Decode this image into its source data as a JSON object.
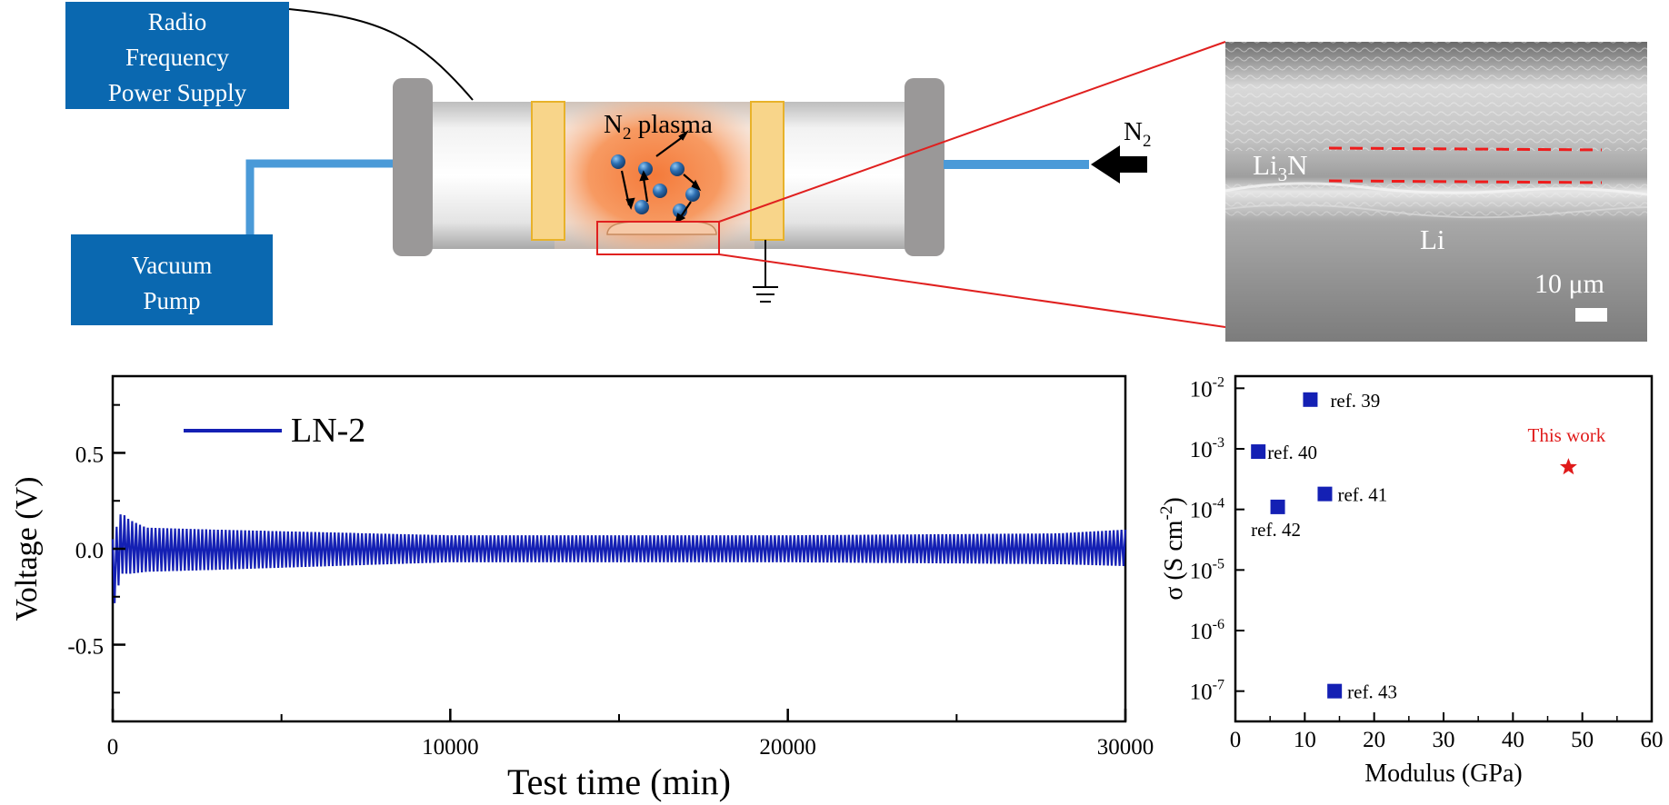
{
  "schematic": {
    "rf_label_lines": [
      "Radio",
      "Frequency",
      "Power Supply"
    ],
    "vacuum_label_lines": [
      "Vacuum",
      "Pump"
    ],
    "plasma_label": "N",
    "plasma_label_sub": "2",
    "plasma_label_rest": " plasma",
    "gas_label": "N",
    "gas_label_sub": "2",
    "box_color": "#0a68b0",
    "tube_glow_color": "#f58a4a",
    "electrode_color": "#f8d58a",
    "highlight_color": "#e0201f"
  },
  "micrograph": {
    "layer_top": "Li",
    "layer_top_sub": "3",
    "layer_top_rest": "N",
    "layer_bottom": "Li",
    "scale_bar": "10 μm"
  },
  "chart_data": [
    {
      "type": "line",
      "xlabel": "Test time (min)",
      "ylabel": "Voltage (V)",
      "xlim": [
        0,
        30000
      ],
      "ylim": [
        -0.9,
        0.9
      ],
      "x_ticks": [
        0,
        10000,
        20000,
        30000
      ],
      "x_tick_labels": [
        "0",
        "10000",
        "20000",
        "30000"
      ],
      "y_ticks": [
        0.5,
        0.0,
        -0.5
      ],
      "y_tick_labels": [
        "0.5",
        "0.0",
        "-0.5"
      ],
      "series": [
        {
          "name": "LN-2",
          "color": "#1420b4",
          "envelope_time": [
            0,
            250,
            500,
            1000,
            3000,
            10000,
            20000,
            28000,
            30000
          ],
          "envelope_upper": [
            0.05,
            0.19,
            0.15,
            0.11,
            0.1,
            0.07,
            0.07,
            0.08,
            0.1
          ],
          "envelope_lower": [
            -0.33,
            -0.13,
            -0.13,
            -0.12,
            -0.11,
            -0.07,
            -0.07,
            -0.08,
            -0.09
          ]
        }
      ],
      "legend_position": "top-left"
    },
    {
      "type": "scatter",
      "xlabel": "Modulus (GPa)",
      "ylabel": "σ (S cm",
      "ylabel_sup": "-2",
      "ylabel_close": ")",
      "xlim": [
        0,
        60
      ],
      "ylim_log10": [
        -7.5,
        -1.8
      ],
      "log_scale_y": true,
      "x_ticks": [
        0,
        10,
        20,
        30,
        40,
        50,
        60
      ],
      "x_tick_labels": [
        "0",
        "10",
        "20",
        "30",
        "40",
        "50",
        "60"
      ],
      "y_tick_exponents": [
        -2,
        -3,
        -4,
        -5,
        -6,
        -7
      ],
      "y_tick_base": "10",
      "y_tick_sup": [
        "-2",
        "-3",
        "-4",
        "-5",
        "-6",
        "-7"
      ],
      "points": [
        {
          "label": "ref. 39",
          "x": 10.8,
          "y": 0.0065,
          "marker": "square",
          "color": "#1420b4"
        },
        {
          "label": "ref. 40",
          "x": 3.3,
          "y": 0.0009,
          "marker": "square",
          "color": "#1420b4"
        },
        {
          "label": "ref. 41",
          "x": 12.9,
          "y": 0.00018,
          "marker": "square",
          "color": "#1420b4"
        },
        {
          "label": "ref. 42",
          "x": 6.1,
          "y": 0.00011,
          "marker": "square",
          "color": "#1420b4"
        },
        {
          "label": "ref. 43",
          "x": 14.3,
          "y": 1e-07,
          "marker": "square",
          "color": "#1420b4"
        },
        {
          "label": "This work",
          "x": 48,
          "y": 0.0005,
          "marker": "star",
          "color": "#e01a1a"
        }
      ]
    }
  ]
}
